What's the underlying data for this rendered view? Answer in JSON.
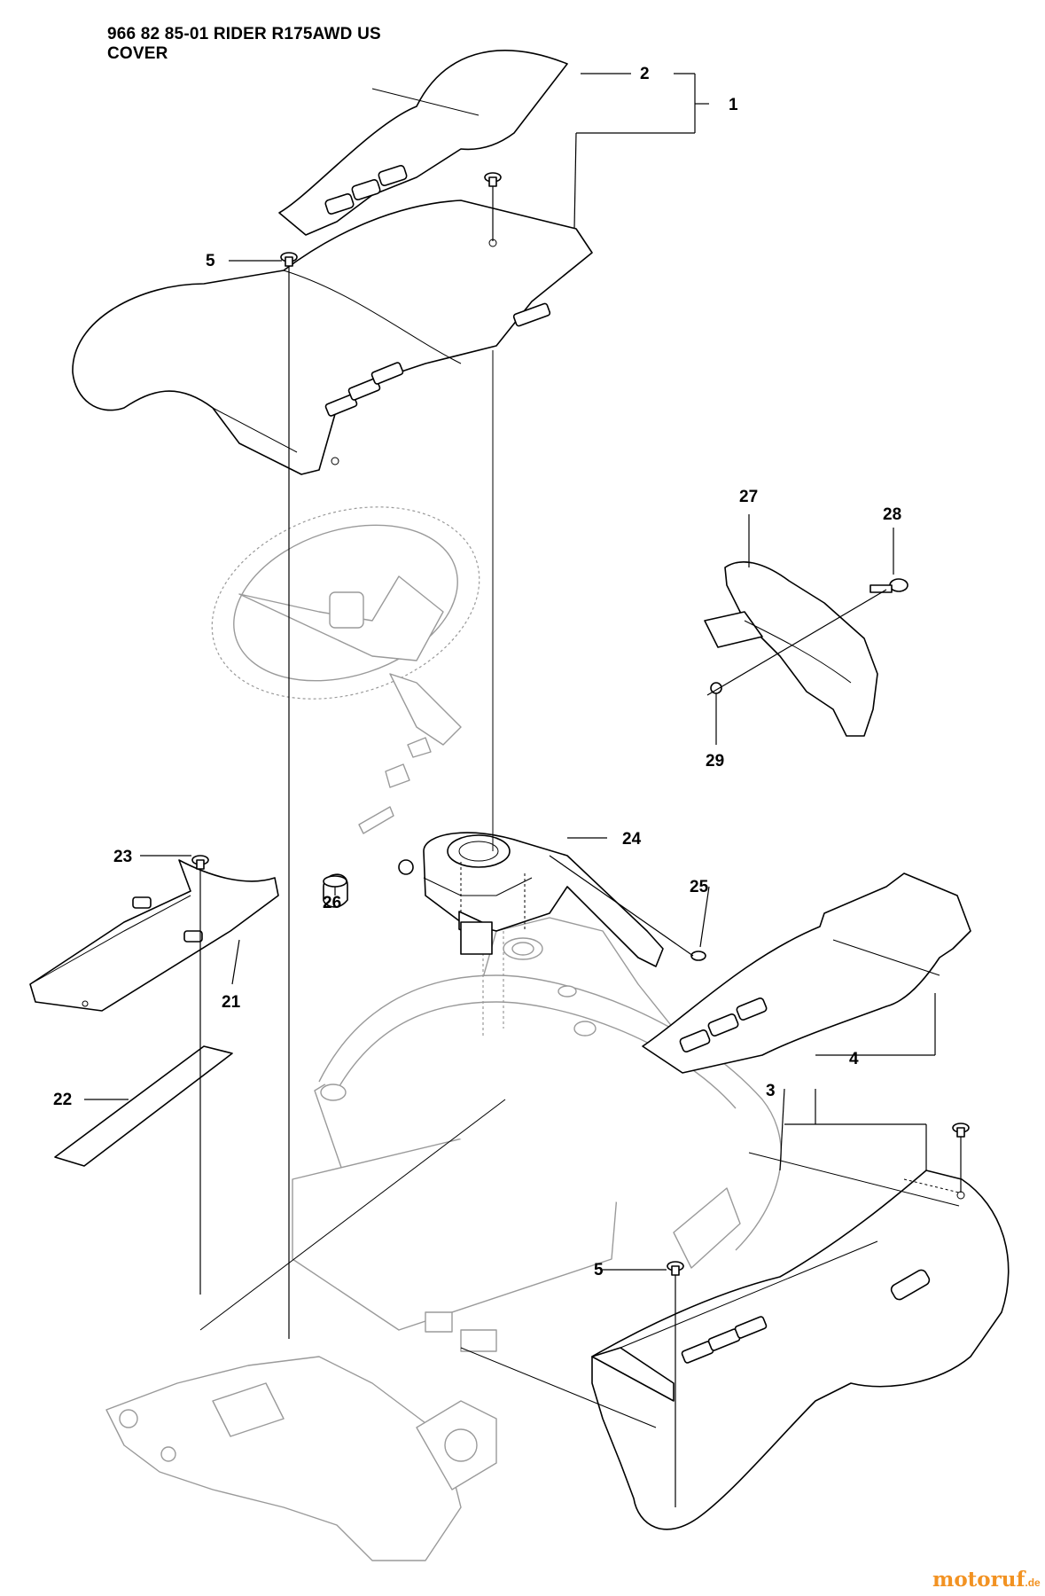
{
  "header": {
    "line1": "966 82 85-01 RIDER R175AWD US",
    "line2": "COVER"
  },
  "labels": {
    "l1": "1",
    "l2": "2",
    "l3": "3",
    "l4": "4",
    "l5a": "5",
    "l5b": "5",
    "l21": "21",
    "l22": "22",
    "l23": "23",
    "l24": "24",
    "l25": "25",
    "l26": "26",
    "l27": "27",
    "l28": "28",
    "l29": "29"
  },
  "watermark": {
    "text": "motoruf",
    "suffix": ".de",
    "color": "#f29222"
  }
}
